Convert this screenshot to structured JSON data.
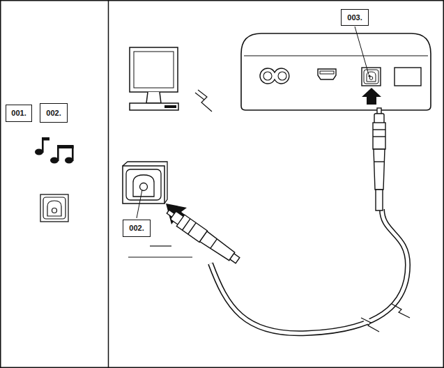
{
  "diagram": {
    "nodes": [
      {
        "text": [
          "001."
        ]
      },
      {
        "text": [
          "002."
        ]
      },
      {
        "text": [
          "003."
        ]
      },
      {
        "text": [
          "002."
        ]
      }
    ]
  }
}
